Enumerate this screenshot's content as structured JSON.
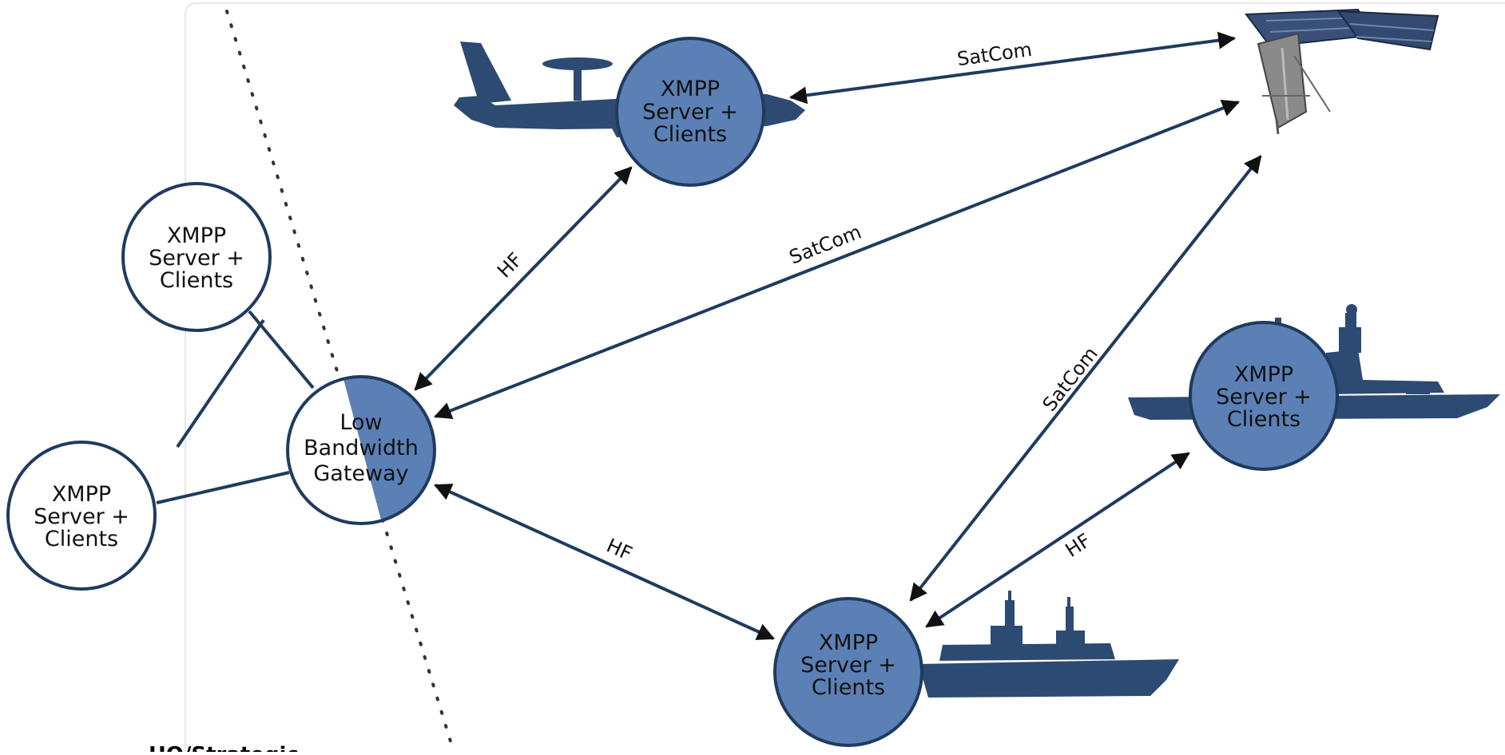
{
  "colors": {
    "node_fill": "#5b80b6",
    "node_stroke": "#1f3b5e",
    "silhouette": "#2c4a72",
    "link": "#1f3b5e",
    "boundary_dots": "#333333"
  },
  "nodes": {
    "awacs": {
      "lines": [
        "XMPP",
        "Server +",
        "Clients"
      ]
    },
    "hq_top": {
      "lines": [
        "XMPP",
        "Server +",
        "Clients"
      ]
    },
    "hq_bottom": {
      "lines": [
        "XMPP",
        "Server +",
        "Clients"
      ]
    },
    "gateway": {
      "lines": [
        "Low",
        "Bandwidth",
        "Gateway"
      ]
    },
    "destroyer": {
      "lines": [
        "XMPP",
        "Server +",
        "Clients"
      ]
    },
    "lpd": {
      "lines": [
        "XMPP",
        "Server +",
        "Clients"
      ]
    }
  },
  "links": {
    "awacs_sat": "SatCom",
    "gateway_sat": "SatCom",
    "lpd_sat": "SatCom",
    "gateway_awacs": "HF",
    "gateway_lpd": "HF",
    "lpd_destroyer": "HF"
  },
  "region_label": "HQ/Strategic",
  "icons": {
    "aircraft": "awacs-aircraft-icon",
    "satellite": "satellite-icon",
    "destroyer": "destroyer-ship-icon",
    "lpd": "amphibious-ship-icon"
  }
}
